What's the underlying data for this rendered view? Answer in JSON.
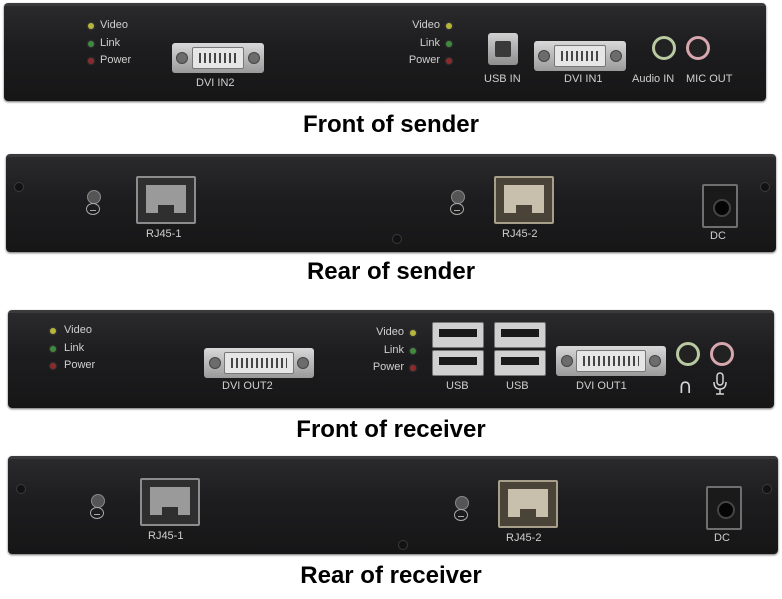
{
  "captions": {
    "front_sender": "Front of sender",
    "rear_sender": "Rear of sender",
    "front_receiver": "Front of receiver",
    "rear_receiver": "Rear of receiver"
  },
  "front_sender": {
    "led_labels_left": [
      "Video",
      "Link",
      "Power"
    ],
    "led_labels_right": [
      "Video",
      "Link",
      "Power"
    ],
    "dvi_in2": "DVI  IN2",
    "usb_in": "USB IN",
    "dvi_in1": "DVI  IN1",
    "audio_in": "Audio IN",
    "mic_out": "MIC OUT"
  },
  "rear_sender": {
    "rj45_1": "RJ45-1",
    "rj45_2": "RJ45-2",
    "dc": "DC"
  },
  "front_receiver": {
    "led_labels_left": [
      "Video",
      "Link",
      "Power"
    ],
    "led_labels_right": [
      "Video",
      "Link",
      "Power"
    ],
    "dvi_out2": "DVI  OUT2",
    "usb_1": "USB",
    "usb_2": "USB",
    "dvi_out1": "DVI  OUT1"
  },
  "rear_receiver": {
    "rj45_1": "RJ45-1",
    "rj45_2": "RJ45-2",
    "dc": "DC"
  },
  "colors": {
    "led_video": "#b7b63a",
    "led_link": "#3f8a3c",
    "led_power": "#8a2a2a"
  },
  "icons": {
    "headphone": "headphone-icon",
    "microphone": "microphone-icon"
  }
}
